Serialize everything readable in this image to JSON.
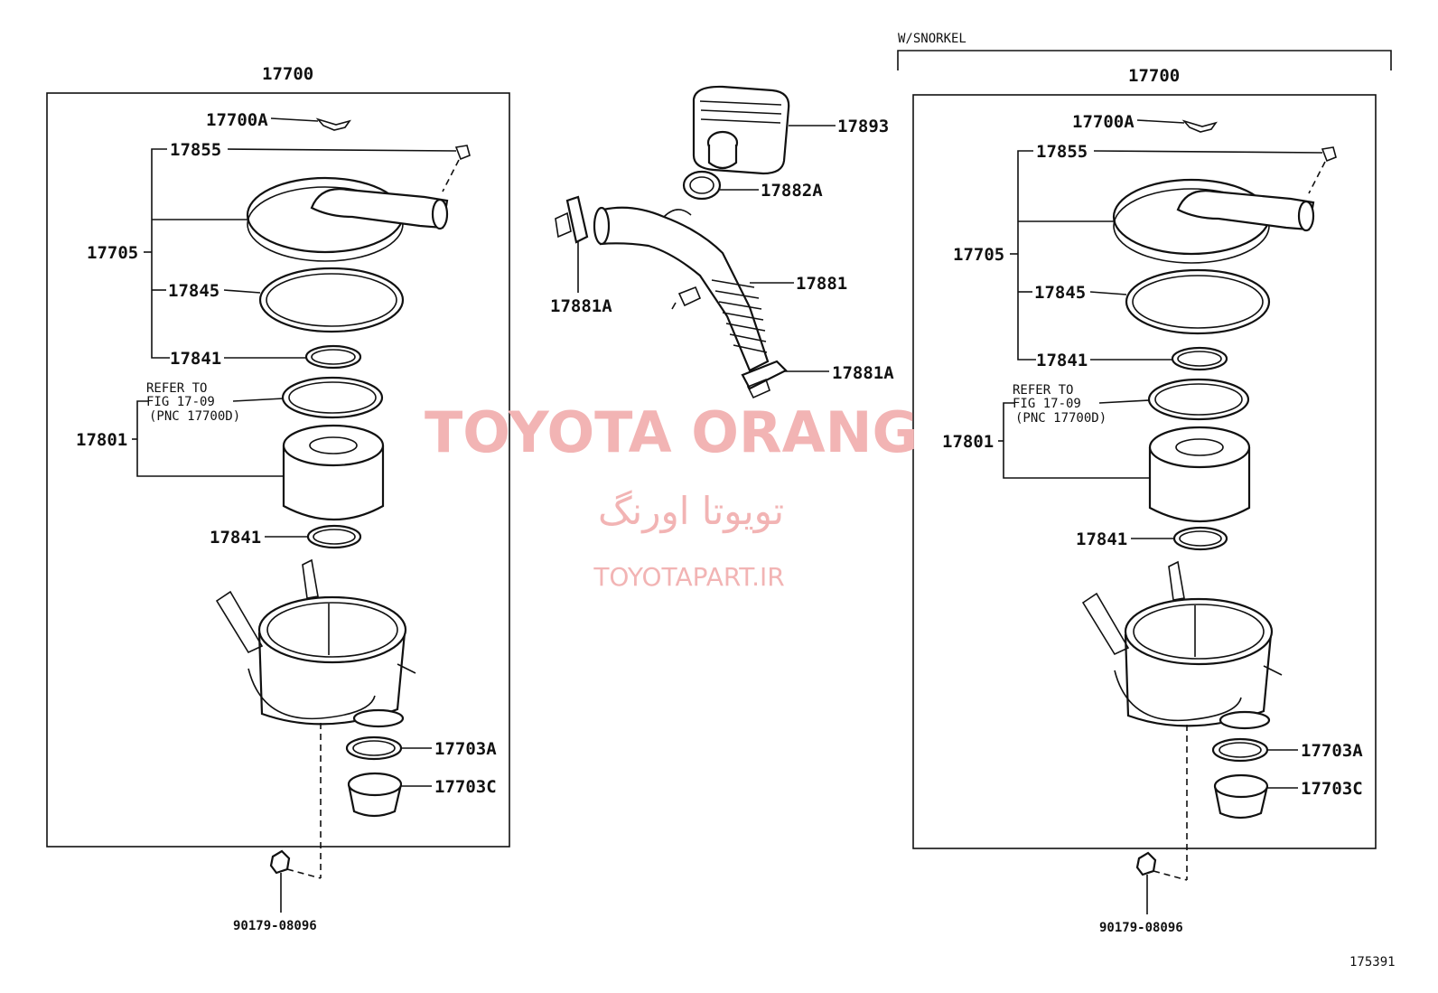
{
  "labels": {
    "snorkel_variant": "W/SNORKEL",
    "assy": "17700",
    "clamp": "17700A",
    "wing_nut": "17855",
    "cap_subassy": "17705",
    "gasket": "17845",
    "ring_upper": "17841",
    "refer_line1": "REFER TO",
    "refer_line2": "FIG 17-09",
    "refer_line3": "(PNC 17700D)",
    "element": "17801",
    "ring_lower": "17841",
    "seal": "17703A",
    "cap_valve": "17703C",
    "nut": "90179-08096",
    "intake_box": "17893",
    "hose_clamp": "17882A",
    "hose": "17881",
    "hose_clamp_left": "17881A",
    "hose_clamp_bottom": "17881A",
    "figure_number": "175391"
  },
  "watermark": {
    "title": "TOYOTA ORANG",
    "persian": "تویوتا اورنگ",
    "site": "TOYOTAPART.IR"
  }
}
